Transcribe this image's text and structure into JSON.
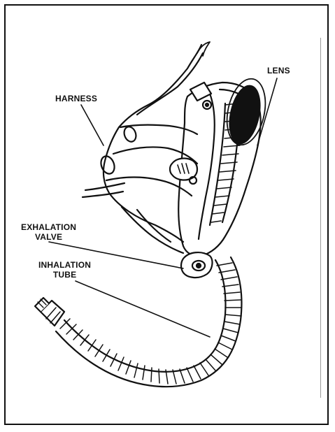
{
  "labels": {
    "harness": "HARNESS",
    "lens": "LENS",
    "exhalation_line1": "EXHALATION",
    "exhalation_line2": "VALVE",
    "inhalation_line1": "INHALATION",
    "inhalation_line2": "TUBE"
  }
}
